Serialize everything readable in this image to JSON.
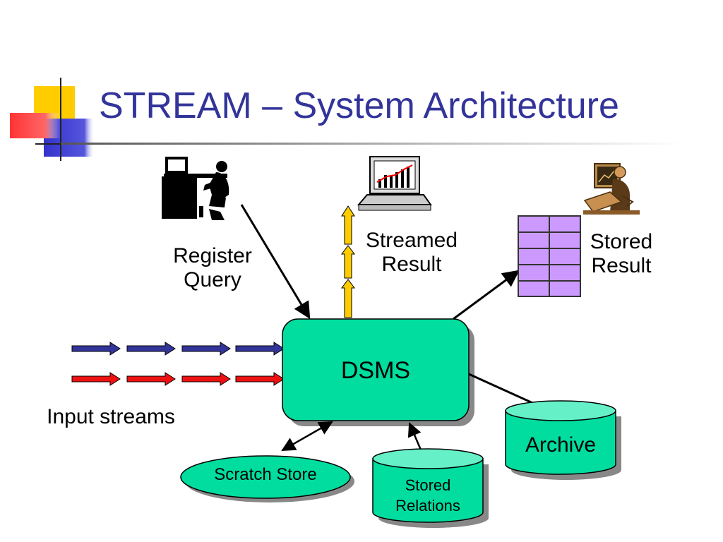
{
  "slide": {
    "title": "STREAM – System Architecture"
  },
  "labels": {
    "register_query": [
      "Register",
      "Query"
    ],
    "streamed_result": [
      "Streamed",
      "Result"
    ],
    "stored_result": [
      "Stored",
      "Result"
    ],
    "input_streams": "Input streams"
  },
  "nodes": {
    "dsms": "DSMS",
    "scratch_store": "Scratch Store",
    "stored_relations": [
      "Stored",
      "Relations"
    ],
    "archive": "Archive"
  },
  "icons": {
    "user_at_desk": "person-at-computer-icon",
    "laptop_chart": "laptop-chart-icon",
    "analyst": "analyst-at-computer-icon",
    "result_table": "table-icon"
  },
  "colors": {
    "title": "#33349a",
    "node_fill": "#00dd9f",
    "cylinder_fill": "#00dd9f",
    "cylinder_top": "#66f0c8",
    "stream_blue": "#33349a",
    "stream_red": "#ee1111",
    "result_arrow": "#ffcc00",
    "table_fill": "#cc99ff",
    "logo_yellow": "#ffcc00",
    "logo_blue": "#3333cc",
    "logo_red": "#ff3333"
  }
}
